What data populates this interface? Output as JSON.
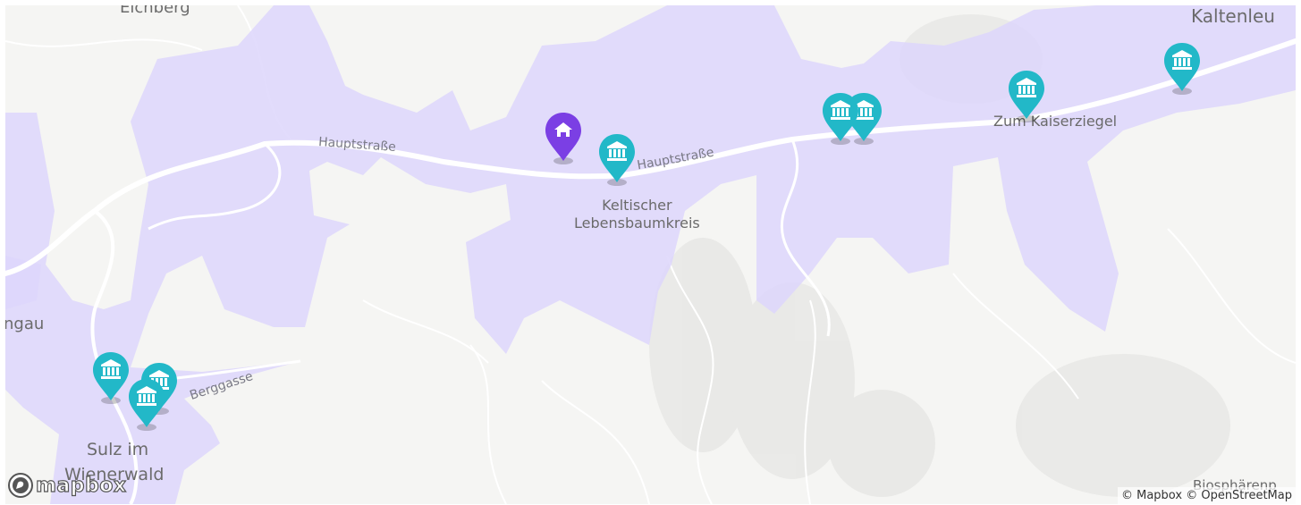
{
  "map": {
    "colors": {
      "background": "#f5f5f3",
      "isochrone": "#ddd6fb",
      "road_minor": "#ffffff",
      "terrain": "#e6e6e4",
      "origin_marker": "#7b3fe4",
      "poi_marker": "#22b8c8"
    },
    "place_labels": {
      "eichberg": "Eichberg",
      "kaltenleu": "Kaltenleu",
      "ngau": "ngau",
      "sulz_line1": "Sulz im",
      "sulz_line2": "Wienerwald",
      "biosphaeren": "Biosphärenp"
    },
    "road_labels": {
      "hauptstrasse_west": "Hauptstraße",
      "hauptstrasse_east": "Hauptstraße",
      "berggasse": "Berggasse"
    },
    "poi_labels": {
      "keltischer_line1": "Keltischer",
      "keltischer_line2": "Lebensbaumkreis",
      "kaiserziegel": "Zum Kaiserziegel"
    },
    "markers": {
      "origin": {
        "icon": "home-icon"
      },
      "pois": [
        {
          "icon": "museum-icon"
        },
        {
          "icon": "museum-icon"
        },
        {
          "icon": "museum-icon"
        },
        {
          "icon": "museum-icon"
        },
        {
          "icon": "museum-icon"
        },
        {
          "icon": "museum-icon"
        },
        {
          "icon": "museum-icon"
        },
        {
          "icon": "museum-icon"
        }
      ]
    }
  },
  "logo": {
    "text": "mapbox",
    "icon": "mapbox-logo-icon"
  },
  "attribution": {
    "mapbox": "© Mapbox",
    "osm": "© OpenStreetMap"
  }
}
